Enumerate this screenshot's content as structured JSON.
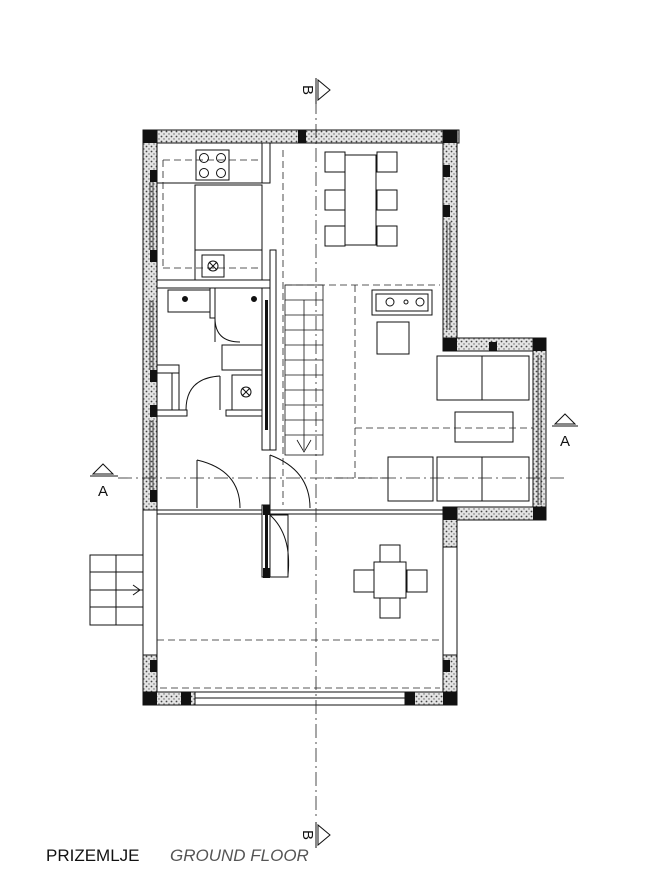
{
  "plan": {
    "section_marks": {
      "a": "A",
      "b": "B"
    }
  },
  "caption": {
    "local": "PRIZEMLJE",
    "english": "GROUND FLOOR"
  }
}
